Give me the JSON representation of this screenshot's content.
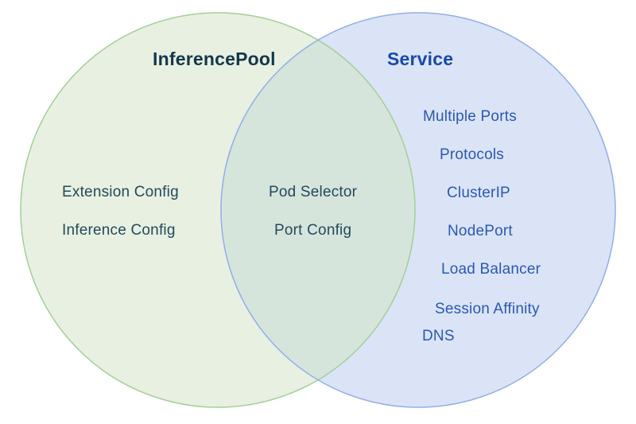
{
  "venn": {
    "left": {
      "title": "InferencePool",
      "items": [
        "Extension Config",
        "Inference Config"
      ]
    },
    "overlap": {
      "items": [
        "Pod Selector",
        "Port Config"
      ]
    },
    "right": {
      "title": "Service",
      "items": [
        "Multiple Ports",
        "Protocols",
        "ClusterIP",
        "NodePort",
        "Load Balancer",
        "Session Affinity",
        "DNS"
      ]
    },
    "colors": {
      "left_circle_fill": "#e8f0e1",
      "left_circle_stroke": "#a3cf97",
      "right_circle_fill": "#dbe4f6",
      "right_circle_stroke": "#92aee8",
      "overlap_fill": "#d6e5dc",
      "left_text": "#234a5c",
      "left_title_text": "#15374a",
      "right_text": "#2b58b4",
      "right_title_text": "#1749a8"
    }
  }
}
